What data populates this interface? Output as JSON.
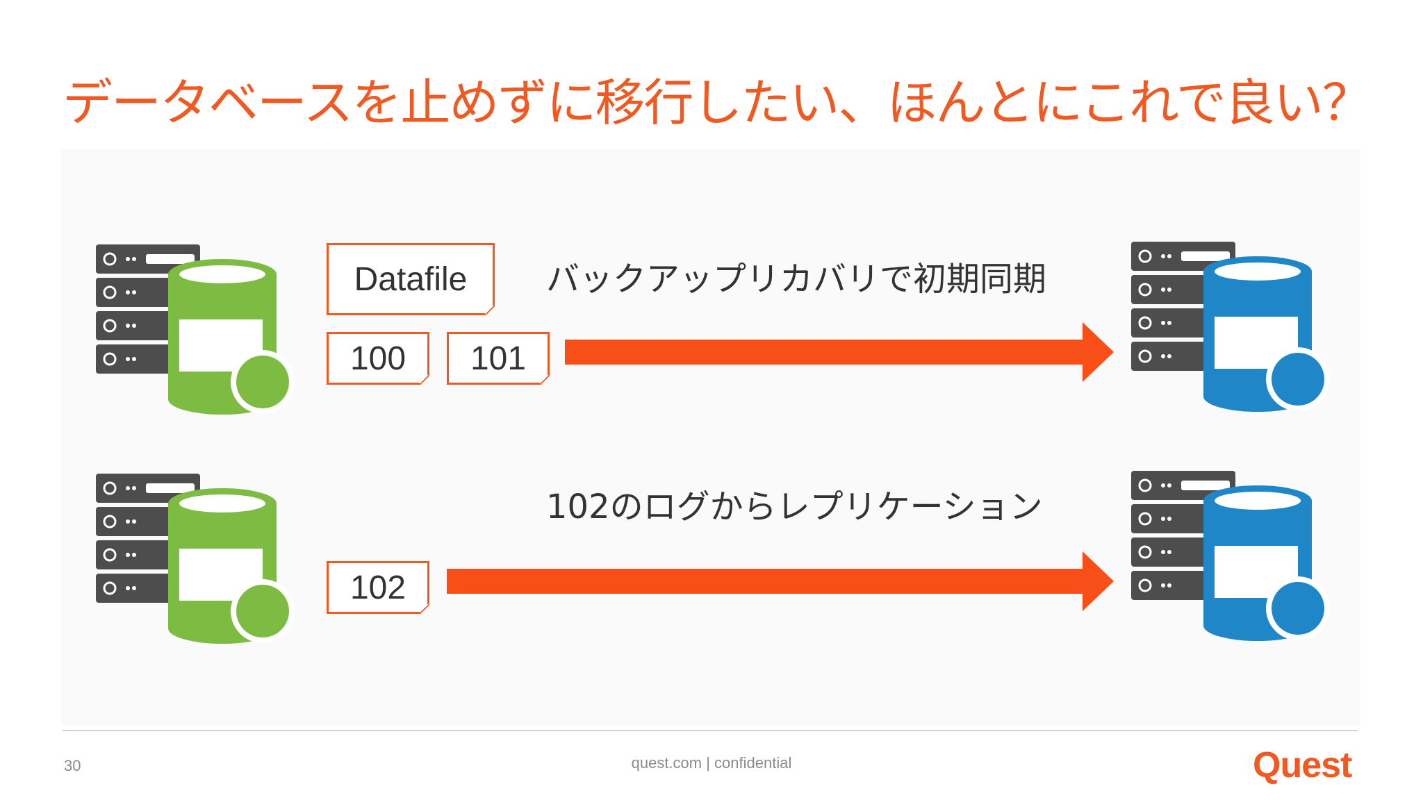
{
  "slide": {
    "title": "データベースを止めずに移行したい、ほんとにこれで良い？",
    "page_number": "30",
    "footer": "quest.com | confidential",
    "logo": "Quest"
  },
  "row1": {
    "caption": "バックアップリカバリで初期同期",
    "datafile_label": "Datafile",
    "files": [
      "100",
      "101"
    ]
  },
  "row2": {
    "caption": "102のログからレプリケーション",
    "files": [
      "102"
    ]
  },
  "icons": {
    "source": "server-database-icon",
    "target": "server-database-icon",
    "arrow": "right-arrow-icon"
  },
  "colors": {
    "accent": "#f05a22",
    "arrow": "#f84f18",
    "source_db": "#7dbb42",
    "target_db": "#1f86c8",
    "server": "#4d4d4d"
  }
}
